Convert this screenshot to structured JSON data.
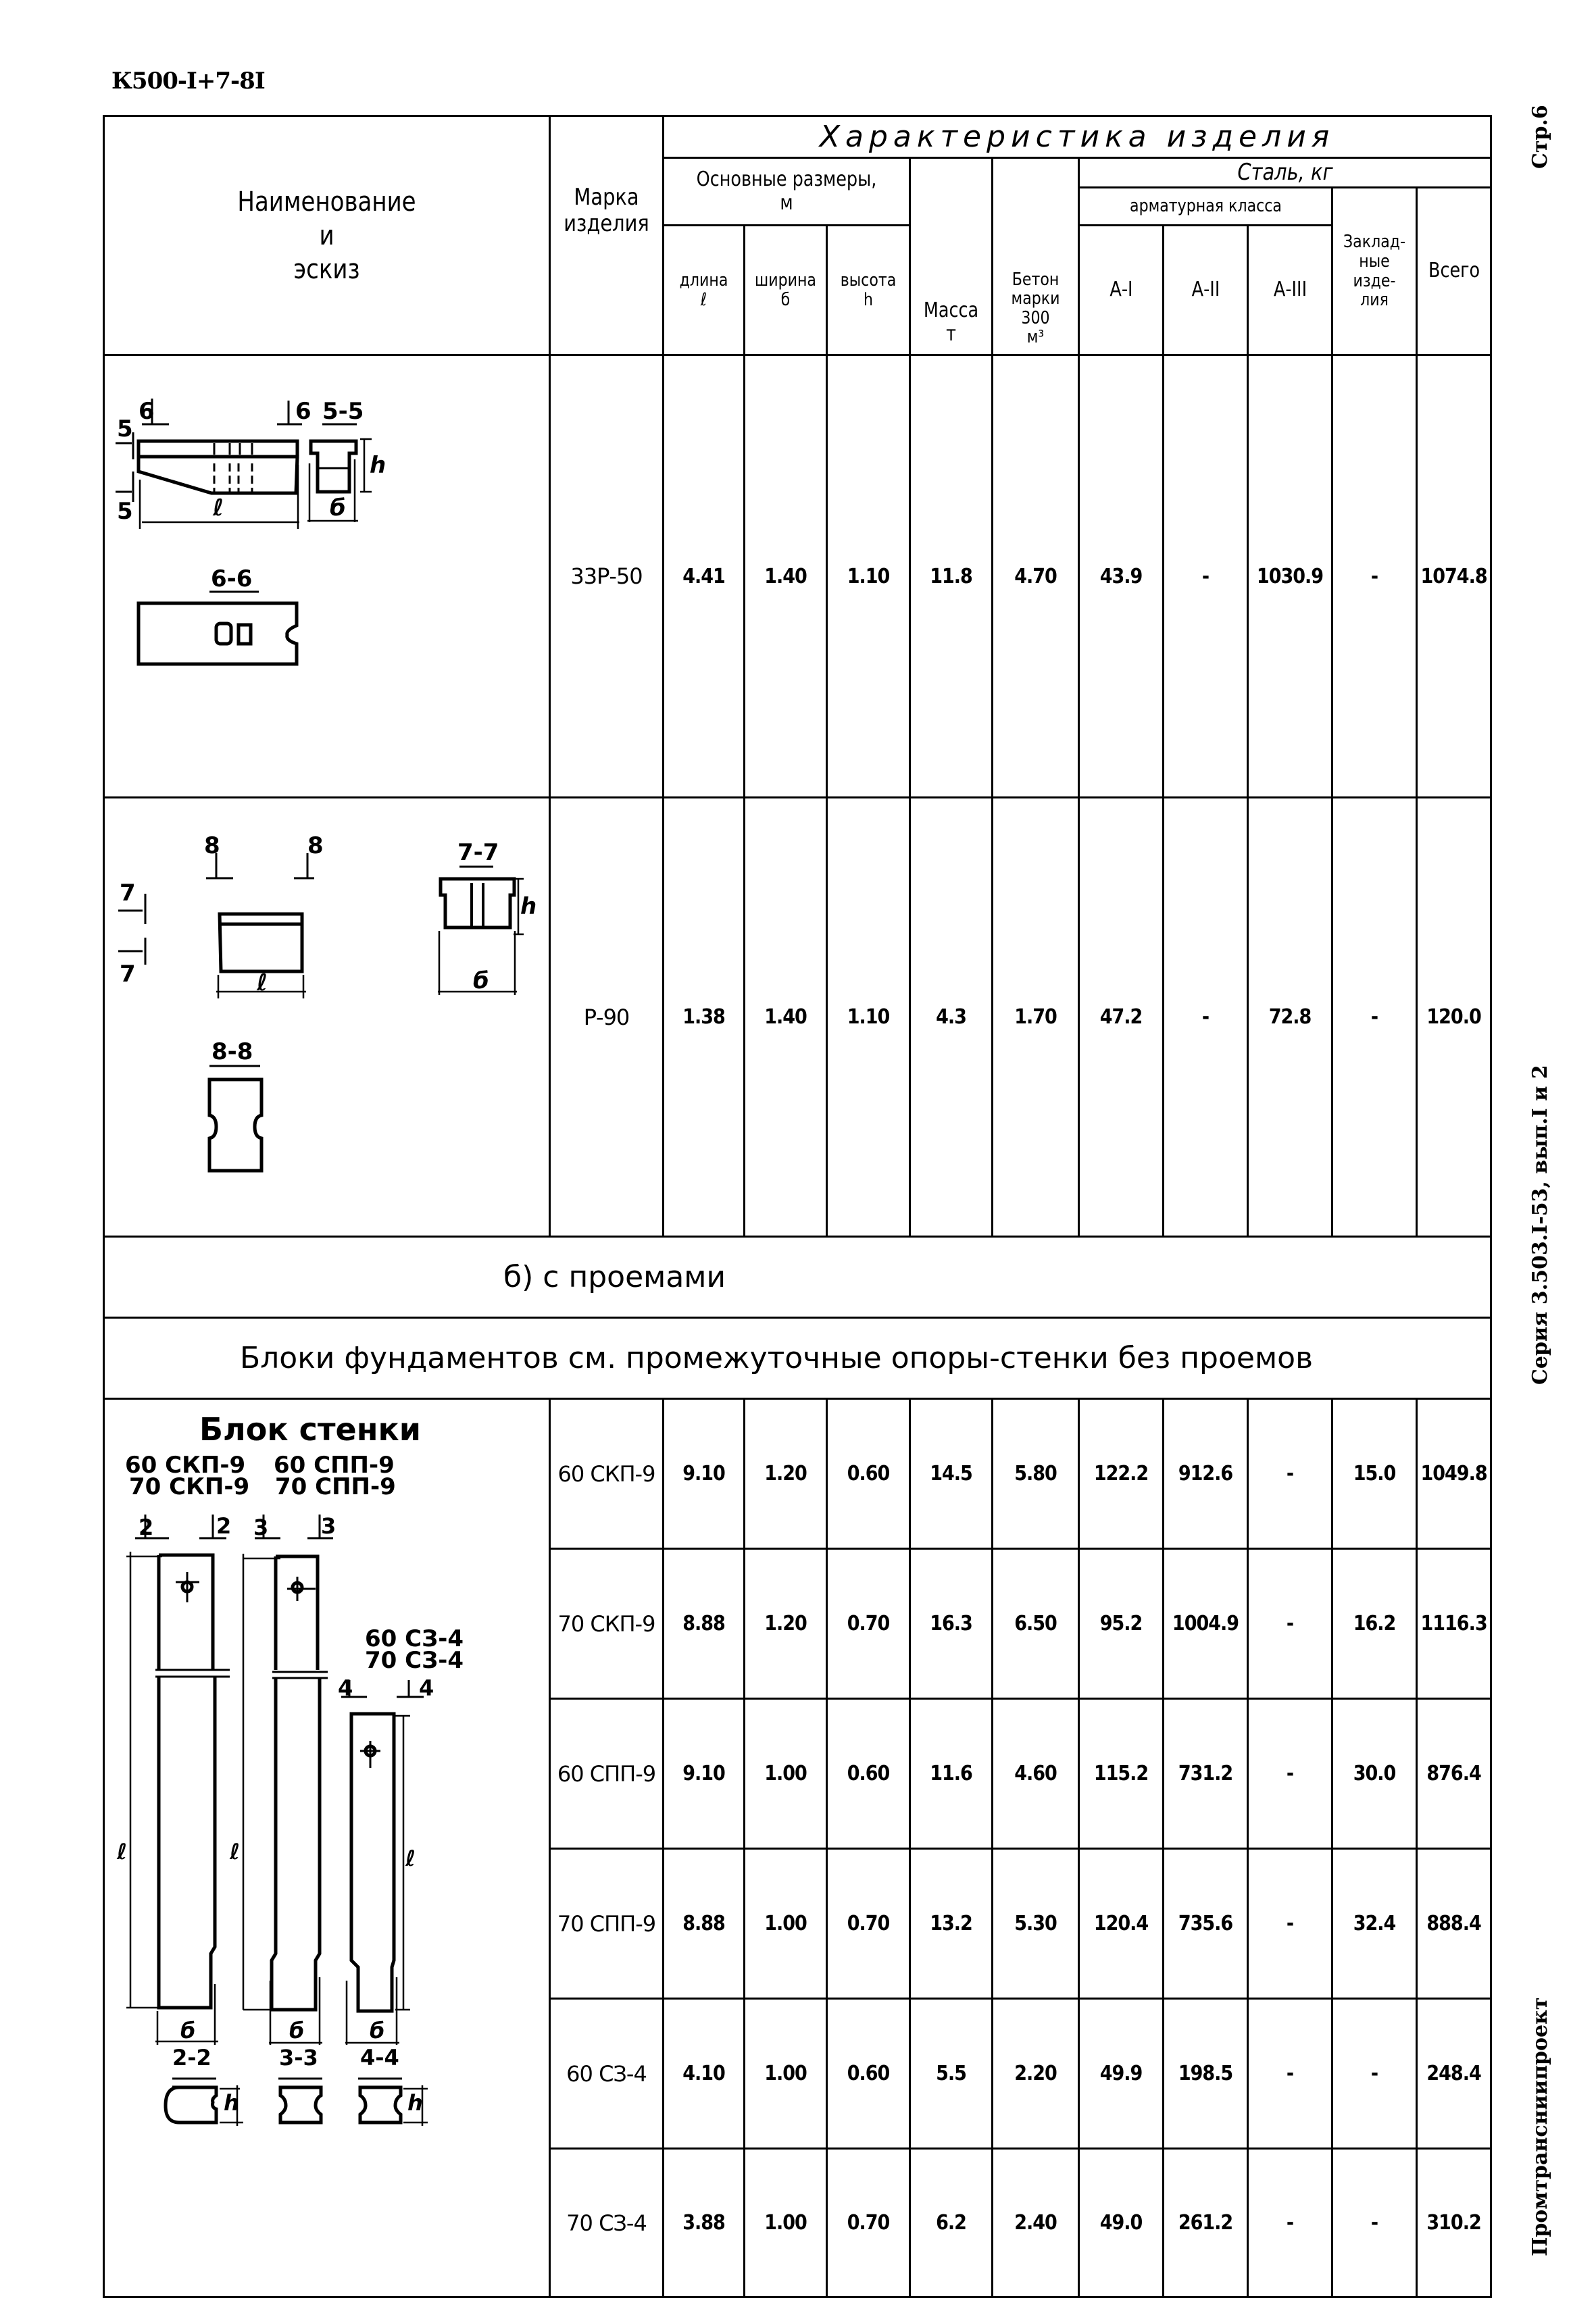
{
  "document": {
    "code": "К500-I+7-8I",
    "page": "Стр.6",
    "series": "Серия 3.503.I-53, вып.I и 2",
    "organization": "Промтрансниипроект"
  },
  "header": {
    "name_col": [
      "Наименование",
      "и",
      "эскиз"
    ],
    "mark_col": [
      "Марка",
      "изделия"
    ],
    "characteristics": "Характеристика изделия",
    "main_dimensions": [
      "Основные размеры,",
      "м"
    ],
    "length": [
      "длина",
      "ℓ"
    ],
    "width": [
      "ширина",
      "б"
    ],
    "height": [
      "высота",
      "h"
    ],
    "mass": [
      "Масса",
      "т"
    ],
    "concrete": [
      "Бетон",
      "марки",
      "300",
      "м³"
    ],
    "steel": "Сталь, кг",
    "rebar_class": "арматурная класса",
    "a1": "А-I",
    "a2": "А-II",
    "a3": "А-III",
    "embedded": [
      "Заклад-",
      "ные",
      "изде-",
      "лия"
    ],
    "total": "Всего"
  },
  "rows_upper": [
    {
      "mark": "33Р-50",
      "length": "4.41",
      "width": "1.40",
      "height": "1.10",
      "mass": "11.8",
      "concrete": "4.70",
      "a1": "43.9",
      "a2": "-",
      "a3": "1030.9",
      "embedded": "-",
      "total": "1074.8"
    },
    {
      "mark": "Р-90",
      "length": "1.38",
      "width": "1.40",
      "height": "1.10",
      "mass": "4.3",
      "concrete": "1.70",
      "a1": "47.2",
      "a2": "-",
      "a3": "72.8",
      "embedded": "-",
      "total": "120.0"
    }
  ],
  "sketches_upper": {
    "row1": {
      "sec_a": "5-5",
      "sec_b": "6-6",
      "cut_marks": [
        "6",
        "6",
        "5",
        "5"
      ],
      "dims": [
        "ℓ",
        "б",
        "h"
      ]
    },
    "row2": {
      "sec_a": "7-7",
      "sec_b": "8-8",
      "cut_marks": [
        "8",
        "8",
        "7",
        "7"
      ],
      "dims": [
        "ℓ",
        "б",
        "h"
      ]
    }
  },
  "section_b": "б) с проемами",
  "foundation_note": "Блоки фундаментов см. промежуточные опоры-стенки без проемов",
  "lower_sketch": {
    "title": "Блок стенки",
    "group1": [
      "60 СКП-9",
      "70 СКП-9"
    ],
    "group2": [
      "60 СПП-9",
      "70 СПП-9"
    ],
    "group3": [
      "60 СЗ-4",
      "70 СЗ-4"
    ],
    "cuts": [
      "2-2",
      "3-3",
      "4-4"
    ],
    "cut_marks": [
      "2",
      "2",
      "3",
      "3",
      "4",
      "4"
    ],
    "dims": [
      "ℓ",
      "б",
      "h"
    ]
  },
  "rows_lower": [
    {
      "mark": "60 СКП-9",
      "length": "9.10",
      "width": "1.20",
      "height": "0.60",
      "mass": "14.5",
      "concrete": "5.80",
      "a1": "122.2",
      "a2": "912.6",
      "a3": "-",
      "embedded": "15.0",
      "total": "1049.8"
    },
    {
      "mark": "70 СКП-9",
      "length": "8.88",
      "width": "1.20",
      "height": "0.70",
      "mass": "16.3",
      "concrete": "6.50",
      "a1": "95.2",
      "a2": "1004.9",
      "a3": "-",
      "embedded": "16.2",
      "total": "1116.3"
    },
    {
      "mark": "60 СПП-9",
      "length": "9.10",
      "width": "1.00",
      "height": "0.60",
      "mass": "11.6",
      "concrete": "4.60",
      "a1": "115.2",
      "a2": "731.2",
      "a3": "-",
      "embedded": "30.0",
      "total": "876.4"
    },
    {
      "mark": "70 СПП-9",
      "length": "8.88",
      "width": "1.00",
      "height": "0.70",
      "mass": "13.2",
      "concrete": "5.30",
      "a1": "120.4",
      "a2": "735.6",
      "a3": "-",
      "embedded": "32.4",
      "total": "888.4"
    },
    {
      "mark": "60 СЗ-4",
      "length": "4.10",
      "width": "1.00",
      "height": "0.60",
      "mass": "5.5",
      "concrete": "2.20",
      "a1": "49.9",
      "a2": "198.5",
      "a3": "-",
      "embedded": "-",
      "total": "248.4"
    },
    {
      "mark": "70 СЗ-4",
      "length": "3.88",
      "width": "1.00",
      "height": "0.70",
      "mass": "6.2",
      "concrete": "2.40",
      "a1": "49.0",
      "a2": "261.2",
      "a3": "-",
      "embedded": "-",
      "total": "310.2"
    }
  ]
}
